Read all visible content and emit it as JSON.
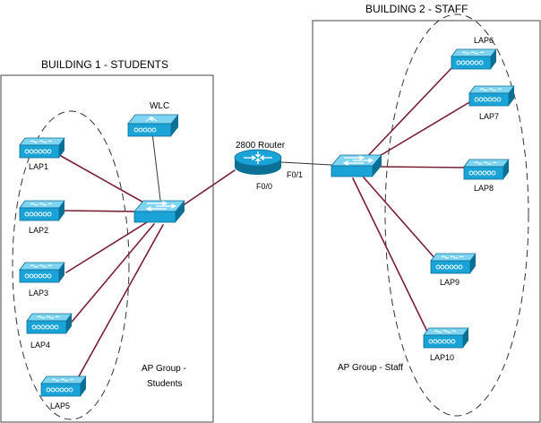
{
  "building1": {
    "title": "BUILDING 1 - STUDENTS",
    "ap_group_line1": "AP Group -",
    "ap_group_line2": "Students"
  },
  "building2": {
    "title": "BUILDING 2 - STAFF",
    "ap_group": "AP Group - Staff"
  },
  "router": {
    "label": "2800 Router",
    "port_left": "F0/0",
    "port_right": "F0/1"
  },
  "wlc": {
    "label": "WLC"
  },
  "aps": {
    "lap1": "LAP1",
    "lap2": "LAP2",
    "lap3": "LAP3",
    "lap4": "LAP4",
    "lap5": "LAP5",
    "lap6": "LAP6",
    "lap7": "LAP7",
    "lap8": "LAP8",
    "lap9": "LAP9",
    "lap10": "LAP10"
  },
  "colors": {
    "device_fill": "#1aa3d6",
    "device_dark": "#0b6f96",
    "trunk_link": "#7a1f35",
    "link_dark": "#333333"
  }
}
